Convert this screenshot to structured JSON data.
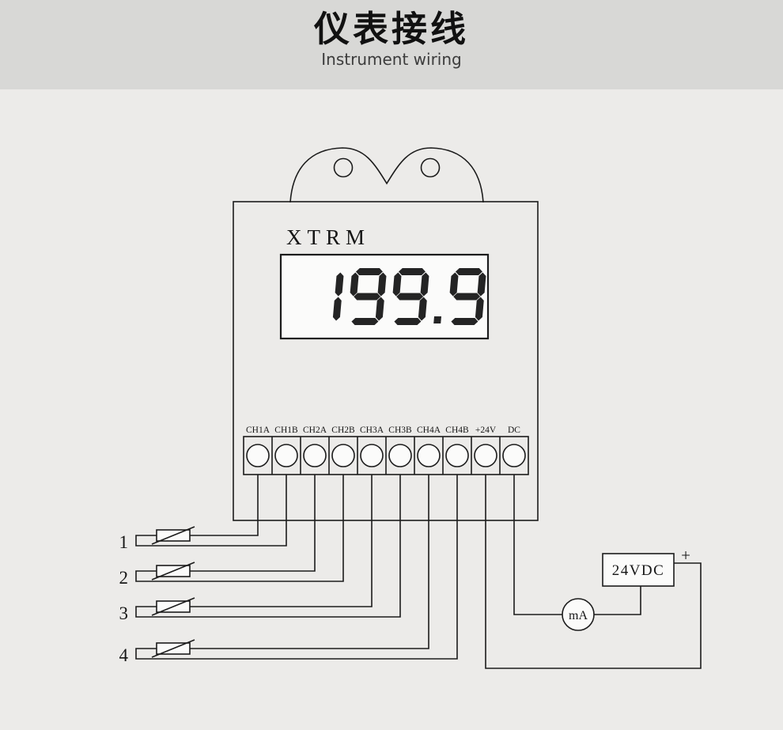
{
  "page": {
    "background_color": "#ecebe9",
    "band_color": "#d8d8d6",
    "line_color": "#1c1c1c",
    "lcd_segment_color": "#242424"
  },
  "header": {
    "title": "仪表接线",
    "subtitle": "Instrument wiring"
  },
  "instrument": {
    "model": "XTRM",
    "display_value": "199.9"
  },
  "terminals": {
    "labels": [
      "CH1A",
      "CH1B",
      "CH2A",
      "CH2B",
      "CH3A",
      "CH3B",
      "CH4A",
      "CH4B",
      "+24V",
      "DC"
    ]
  },
  "sensors": [
    {
      "label": "1"
    },
    {
      "label": "2"
    },
    {
      "label": "3"
    },
    {
      "label": "4"
    }
  ],
  "power": {
    "supply_label": "24VDC",
    "plus_label": "+",
    "meter_label": "mA"
  }
}
